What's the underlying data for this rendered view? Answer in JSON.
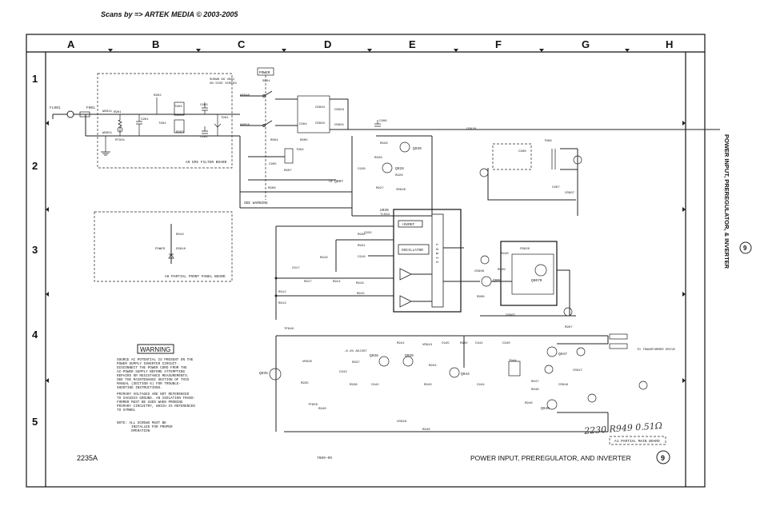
{
  "credit": "Scans by => ARTEK MEDIA © 2003-2005",
  "columns": [
    "A",
    "B",
    "C",
    "D",
    "E",
    "F",
    "G",
    "H"
  ],
  "rows": [
    "1",
    "2",
    "3",
    "4",
    "5"
  ],
  "side_title": "POWER INPUT, PREREGULATOR, & INVERTER",
  "side_badge": "9",
  "footer": {
    "model": "2235A",
    "drawing_no": "7669-09",
    "title": "POWER INPUT, PREREGULATOR, AND INVERTER",
    "badge": "9"
  },
  "boards": {
    "emi": "A9 EMI FILTER BOARD",
    "front": "A6 PARTIAL FRONT PANEL BOARD",
    "main": "A1 PARTIAL MAIN BOARD"
  },
  "power_switch": "POWER",
  "warning": {
    "title": "WARNING",
    "lines": [
      "SOURCE AC POTENTIAL IS PRESENT ON THE",
      "POWER SUPPLY INVERTER CIRCUIT.",
      "DISCONNECT THE POWER CORD FROM THE",
      "AC-POWER SUPPLY BEFORE ATTEMPTING",
      "REPAIRS OR RESISTANCE MEASUREMENTS.",
      "SEE THE MAINTENANCE SECTION OF THIS",
      "MANUAL (SECTION 6) FOR TROUBLE-",
      "SHOOTING INSTRUCTIONS.",
      "",
      "PRIMARY VOLTAGES ARE NOT REFERENCED",
      "TO CHASSIS GROUND. AN ISOLATION TRANS-",
      "FORMER MUST BE USED WHEN PROBING",
      "PRIMARY CIRCUITRY, WHICH IS REFERENCED",
      "TO SYMBOL"
    ]
  },
  "note": [
    "NOTE: ALL SCREWS MUST BE",
    "INSTALLED FOR PROPER",
    "OPERATION"
  ],
  "handwritten": "2230  R949 0.51Ω",
  "labels": {
    "fl901": "FL901",
    "f901": "F901",
    "r901": "R901",
    "r902": "R902",
    "r903": "R903",
    "rt901": "RT901",
    "c901": "C901",
    "t901": "T901",
    "t902": "T902",
    "t903": "T903",
    "c902": "C902",
    "c903": "C903",
    "shown_as": "SHOWN AS V901",
    "on_side": "ON SIDE SCREEN",
    "w9040": "W9040",
    "w9050": "W9050",
    "w9041": "W9041",
    "w9051": "W9051",
    "s901": "S901",
    "cr904": "CR904",
    "cr902": "CR902",
    "cr903": "CR903",
    "cr901": "CR901",
    "c904": "C904",
    "r904": "R904",
    "r905": "R905",
    "r906": "R906",
    "c905": "C905",
    "t904": "T904",
    "r907": "R907",
    "q907_tag": "TO Q907",
    "see_warning": "SEE WARNING",
    "c906": "C906",
    "cr920": "CR920",
    "r926": "R926",
    "r928": "R928",
    "r927": "R927",
    "c928": "C928",
    "q930": "Q930",
    "q928": "Q928",
    "vr926": "VR926",
    "r929": "R929",
    "t906": "T906",
    "c908": "C908",
    "c907": "C907",
    "cr907": "CR907",
    "u930": "U930",
    "u930_type": "TL594",
    "vref": "+5VREF",
    "oscillator": "OSCILLATOR",
    "logic": "L O G I C",
    "r930": "R930",
    "c932": "C932",
    "r931": "R931",
    "c918": "C918",
    "r916": "R916",
    "r915": "R915",
    "c917": "C917",
    "r917": "R917",
    "r914": "R914",
    "r912": "R912",
    "r913": "R913",
    "r919": "R919",
    "cr908": "CR908",
    "r909": "R909",
    "q908": "Q908",
    "r908": "R908",
    "fb920": "FB920",
    "r940": "R940",
    "q9070": "Q9070",
    "r810": "R810",
    "ds810": "DS810",
    "power_lbl": "POWER",
    "cr907b": "CR907",
    "r907b": "R907",
    "tp940": "TP940",
    "q935": "Q935",
    "vr935": "VR935",
    "r935": "R935",
    "r937": "R937",
    "r938": "R938",
    "c943": "C943",
    "c942": "C942",
    "q938": "Q938",
    "q939": "Q939",
    "r941": "R941",
    "vr943": "VR943",
    "c945": "C945",
    "r945": "R945",
    "c941": "C941",
    "c940": "C940",
    "r944": "R944",
    "r943": "R943",
    "q944": "Q944",
    "c944": "C944",
    "t944": "T944",
    "q947": "Q947",
    "r947": "R947",
    "cr947": "CR947",
    "r948": "R948",
    "r946": "R946",
    "q946": "Q946",
    "cr948": "CR948",
    "cr946": "CR946",
    "r946b": "R946",
    "tp950": "TP950",
    "r940b": "R940",
    "to_transformer": "TO TRANSFORMER DRIVE",
    "adjust": "-8.6V ADJUST"
  }
}
